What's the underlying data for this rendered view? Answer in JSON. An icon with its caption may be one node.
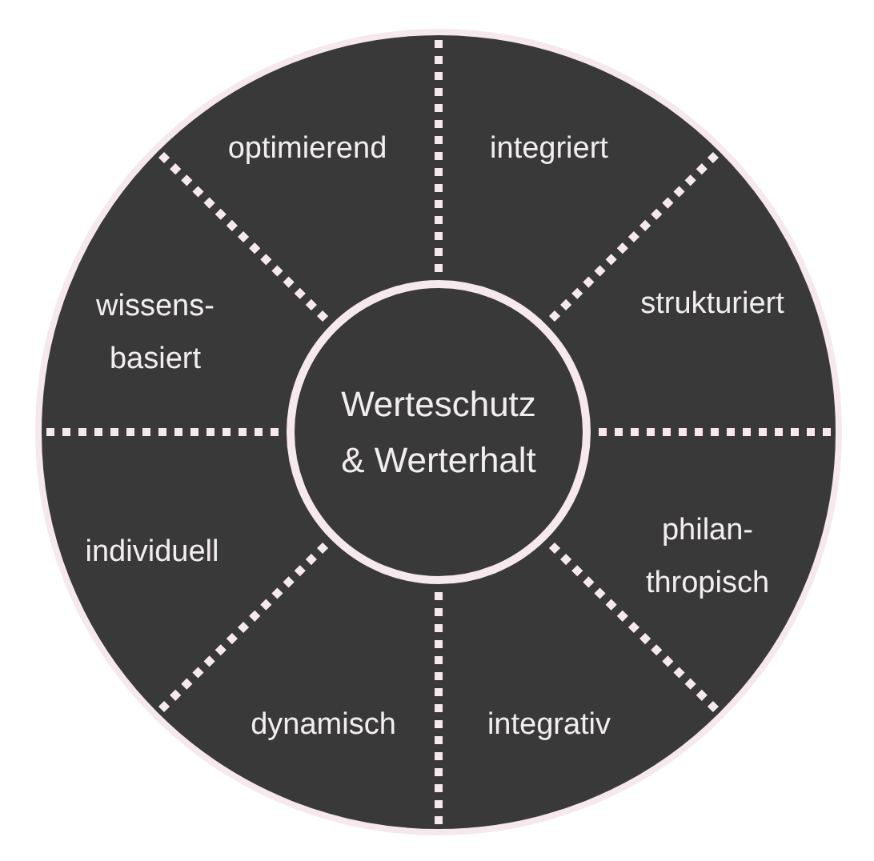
{
  "diagram": {
    "nodes": [
      {
        "text": [
          "optimierend"
        ]
      },
      {
        "text": [
          "integriert"
        ]
      },
      {
        "text": [
          "wissens- basiert"
        ]
      },
      {
        "text": [
          "strukturiert"
        ]
      },
      {
        "text": [
          "Werteschutz & Werterhalt"
        ]
      },
      {
        "text": [
          "individuell"
        ]
      },
      {
        "text": [
          "philan- thropisch"
        ]
      },
      {
        "text": [
          "dynamisch"
        ]
      },
      {
        "text": [
          "integrativ"
        ]
      }
    ]
  }
}
